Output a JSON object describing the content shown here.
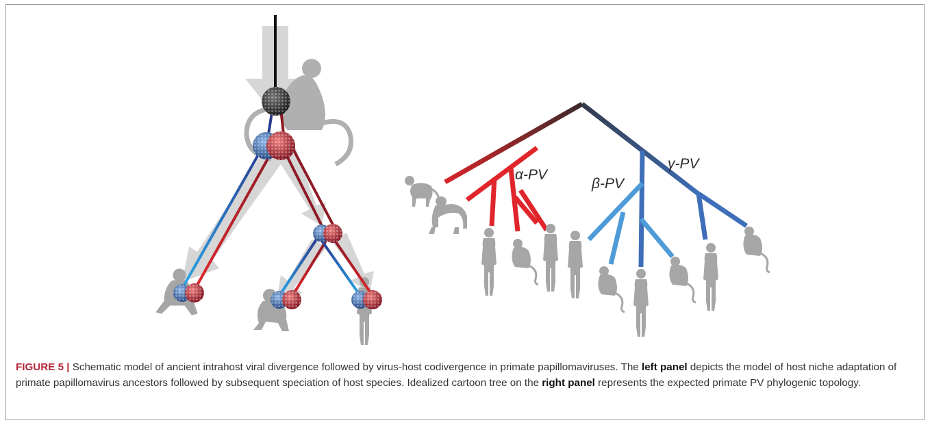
{
  "figure": {
    "label": "FIGURE 5 |",
    "caption_parts": [
      " Schematic model of ancient intrahost viral divergence followed by virus-host codivergence in primate papillomaviruses. The ",
      "left panel",
      " depicts the model of host niche adaptation of primate papillomavirus ancestors followed by subsequent speciation of host species. Idealized cartoon tree on the ",
      "right panel",
      " represents the expected primate PV phylogenic topology."
    ]
  },
  "right_panel": {
    "clade_labels": {
      "alpha": "α-PV",
      "beta": "β-PV",
      "gamma": "γ-PV"
    }
  },
  "colors": {
    "ancestor_black": "#2b2b2b",
    "alpha_red": "#e0262b",
    "dark_red": "#8c1a24",
    "beta_light_blue": "#4f9bd8",
    "gamma_blue": "#3f6fb8",
    "dark_blue": "#2a3b8f",
    "silhouette_gray": "#a6a6a6",
    "arrow_gray": "#d2d2d2"
  }
}
